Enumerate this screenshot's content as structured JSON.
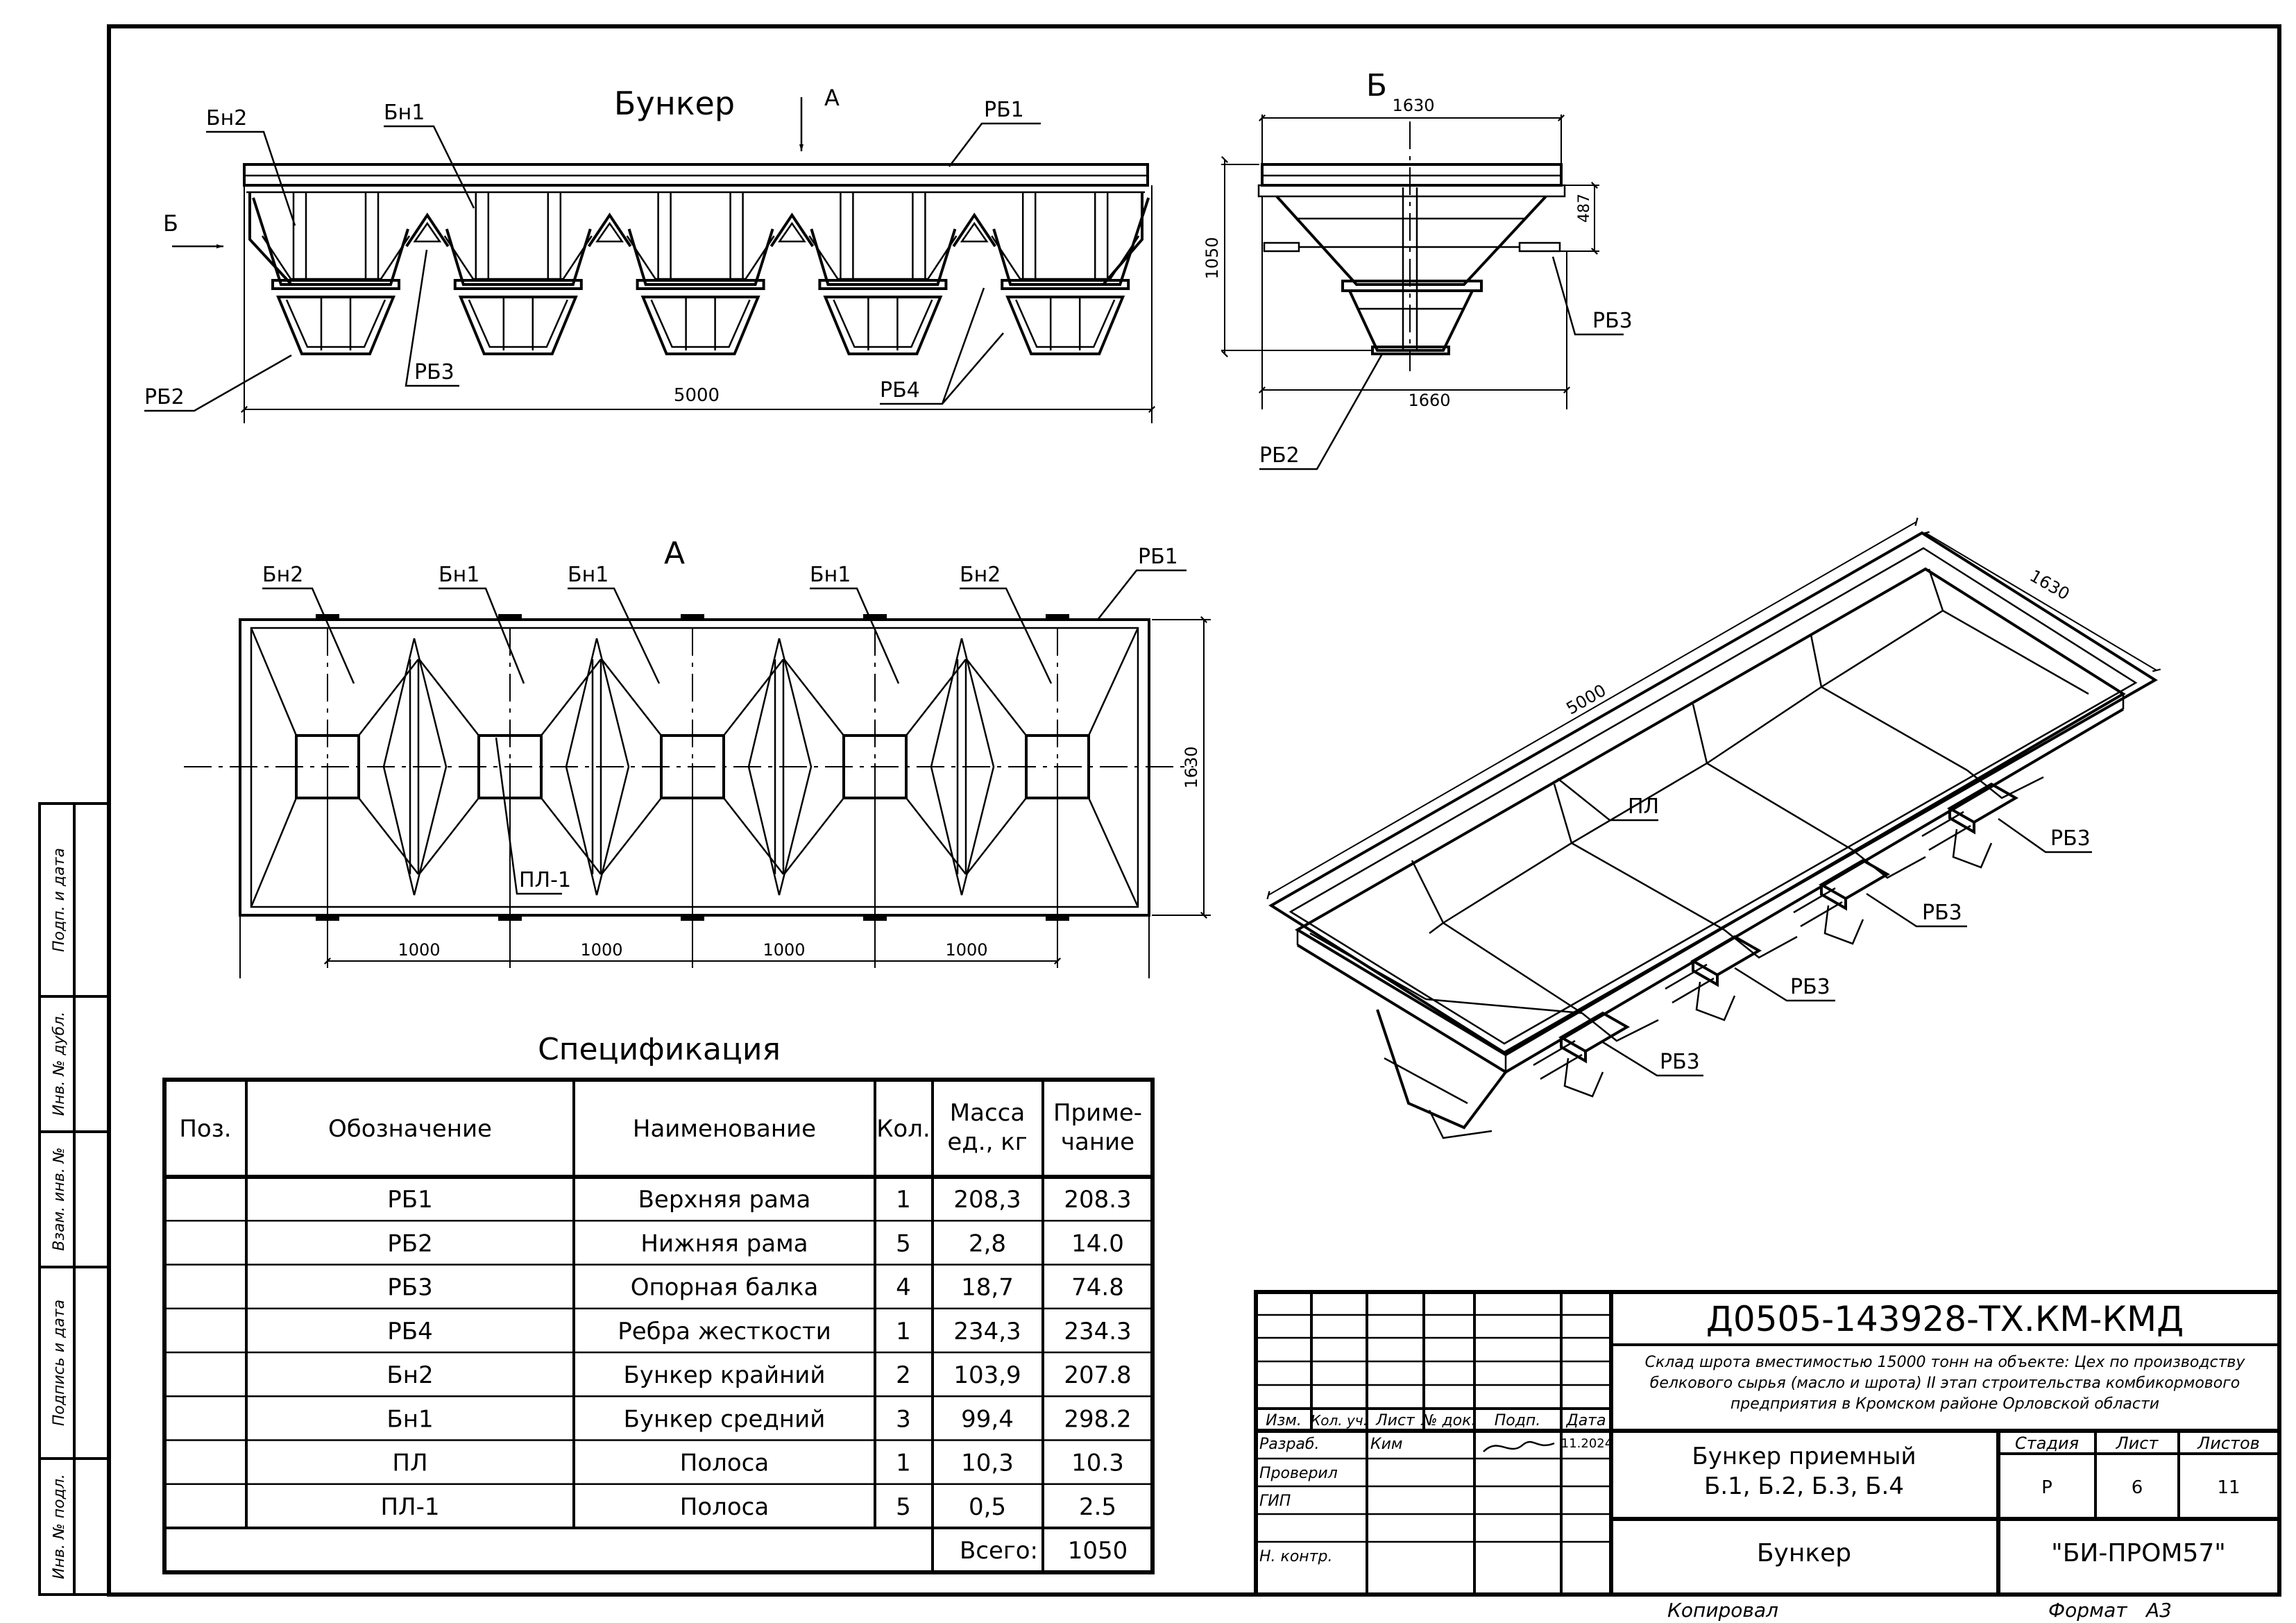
{
  "views": {
    "front": {
      "title": "Бункер",
      "arrow_a": "А",
      "arrow_b": "Б",
      "dim_length": "5000",
      "callouts": [
        "Бн2",
        "Бн1",
        "РБ1",
        "РБ2",
        "РБ3",
        "РБ4"
      ]
    },
    "side": {
      "title": "Б",
      "dim_top": "1630",
      "dim_height": "1050",
      "dim_upper": "487",
      "dim_bottom": "1660",
      "callouts": [
        "РБ3",
        "РБ2"
      ]
    },
    "plan": {
      "title": "А",
      "dim_width": "1630",
      "dim_pitch": [
        "1000",
        "1000",
        "1000",
        "1000"
      ],
      "callouts": [
        "Бн2",
        "Бн1",
        "Бн1",
        "Бн1",
        "Бн2",
        "РБ1",
        "ПЛ-1"
      ]
    },
    "iso": {
      "dim_length": "5000",
      "dim_width": "1630",
      "callouts": [
        "ПЛ",
        "РБ3",
        "РБ3",
        "РБ3",
        "РБ3"
      ]
    }
  },
  "spec": {
    "title": "Спецификация",
    "headers": [
      "Поз.",
      "Обозначение",
      "Наименование",
      "Кол.",
      "Масса\nед., кг",
      "Приме-\nчание"
    ],
    "rows": [
      {
        "pos": "",
        "code": "РБ1",
        "name": "Верхняя рама",
        "qty": "1",
        "mass": "208,3",
        "note": "208.3"
      },
      {
        "pos": "",
        "code": "РБ2",
        "name": "Нижняя рама",
        "qty": "5",
        "mass": "2,8",
        "note": "14.0"
      },
      {
        "pos": "",
        "code": "РБ3",
        "name": "Опорная балка",
        "qty": "4",
        "mass": "18,7",
        "note": "74.8"
      },
      {
        "pos": "",
        "code": "РБ4",
        "name": "Ребра жесткости",
        "qty": "1",
        "mass": "234,3",
        "note": "234.3"
      },
      {
        "pos": "",
        "code": "Бн2",
        "name": "Бункер крайний",
        "qty": "2",
        "mass": "103,9",
        "note": "207.8"
      },
      {
        "pos": "",
        "code": "Бн1",
        "name": "Бункер средний",
        "qty": "3",
        "mass": "99,4",
        "note": "298.2"
      },
      {
        "pos": "",
        "code": "ПЛ",
        "name": "Полоса",
        "qty": "1",
        "mass": "10,3",
        "note": "10.3"
      },
      {
        "pos": "",
        "code": "ПЛ-1",
        "name": "Полоса",
        "qty": "5",
        "mass": "0,5",
        "note": "2.5"
      }
    ],
    "total_label": "Всего:",
    "total_value": "1050"
  },
  "stamp": {
    "doc_code": "Д0505-143928-ТХ.КМ-КМД",
    "object_lines": [
      "Склад шрота вместимостью 15000 тонн на объекте: Цех по производству",
      "белкового сырья (масло и шрота) II этап строительства комбикормового",
      "предприятия в Кромском районе Орловской области"
    ],
    "col_headers": [
      "Изм.",
      "Кол. уч.",
      "Лист",
      "№ док.",
      "Подп.",
      "Дата"
    ],
    "roles": [
      "Разраб.",
      "Проверил",
      "ГИП",
      "",
      "Н. контр."
    ],
    "developer": "Ким",
    "date": "11.2024",
    "item_title": [
      "Бункер приемный",
      "Б.1, Б.2, Б.3, Б.4"
    ],
    "stage_labels": [
      "Стадия",
      "Лист",
      "Листов"
    ],
    "stage_values": [
      "Р",
      "6",
      "11"
    ],
    "sheet_title": "Бункер",
    "company": "\"БИ-ПРОМ57\"",
    "copied": "Копировал",
    "format_label": "Формат",
    "format_value": "А3"
  },
  "side_stamp": [
    "Подп. и дата",
    "Инв. № дубл.",
    "Взам. инв. №",
    "Подпись и дата",
    "Инв. № подл."
  ]
}
